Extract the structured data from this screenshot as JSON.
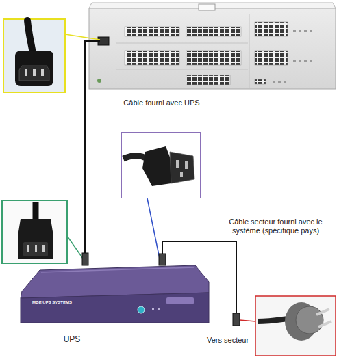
{
  "diagram": {
    "nodes": [
      {
        "text": [
          "UPS"
        ]
      },
      {
        "text": [
          "Câble fourni avec UPS"
        ]
      }
    ],
    "labels": [
      "MGE UPS SYSTEMS",
      "Câble secteur fourni avec le système (spécifique pays)",
      "Vers secteur"
    ]
  }
}
